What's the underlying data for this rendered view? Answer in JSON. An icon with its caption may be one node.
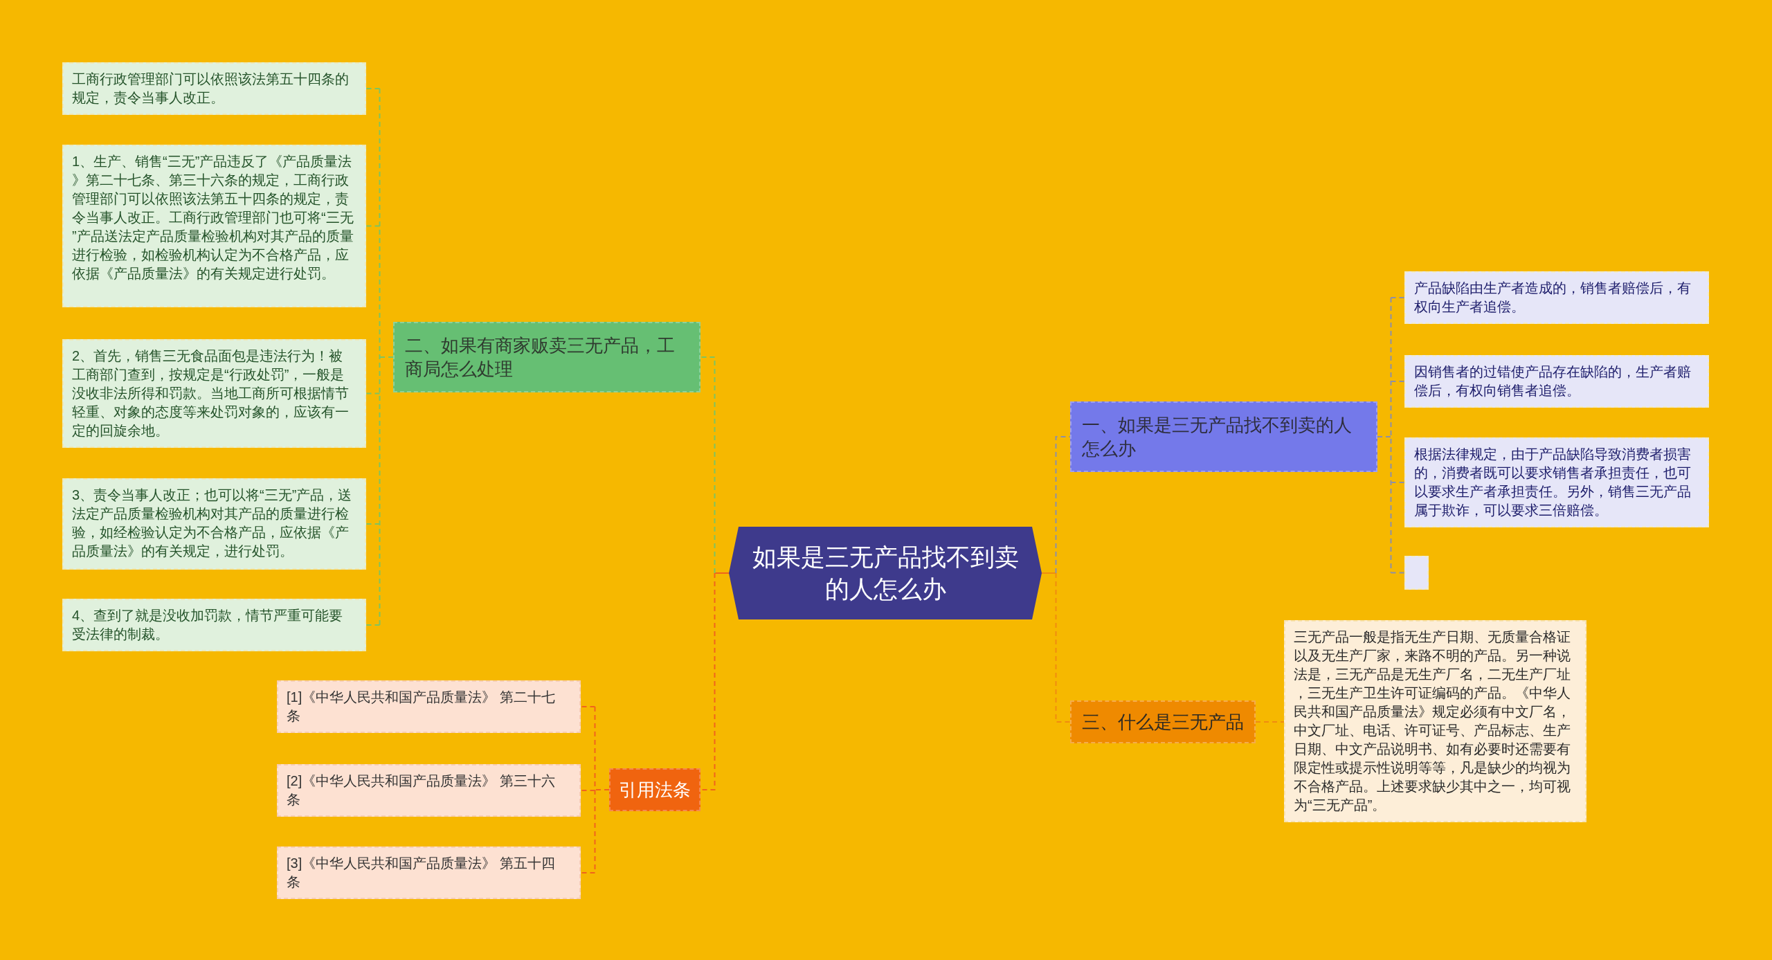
{
  "diagram": {
    "nodes": [
      {
        "text": [
          "如果是三无产品找不到卖的人怎么办"
        ]
      },
      {
        "text": [
          "一、如果是三无产品找不到卖的人怎么办"
        ]
      },
      {
        "text": [
          "产品缺陷由生产者造成的，销售者赔偿后，有权向生产者追偿。"
        ]
      },
      {
        "text": [
          "因销售者的过错使产品存在缺陷的，生产者赔偿后，有权向销售者追偿。"
        ]
      },
      {
        "text": [
          "根据法律规定，由于产品缺陷导致消费者损害的，消费者既可以要求销售者承担责任，也可以要求生产者承担责任。另外，销售三无产品属于欺诈，可以要求三倍赔偿。"
        ]
      },
      {
        "text": [],
        "shape": "box"
      },
      {
        "text": [
          "二、如果有商家贩卖三无产品，工商局怎么处理"
        ]
      },
      {
        "text": [
          "工商行政管理部门可以依照该法第五十四条的规定，责令当事人改正。"
        ]
      },
      {
        "text": [
          "1、生产、销售“三无”产品违反了《产品质量法》第二十七条、第三十六条的规定，工商行政管理部门可以依照该法第五十四条的规定，责令当事人改正。工商行政管理部门也可将“三无”产品送法定产品质量检验机构对其产品的质量进行检验，如检验机构认定为不合格产品，应依据《产品质量法》的有关规定进行处罚。"
        ]
      },
      {
        "text": [
          "2、首先，销售三无食品面包是违法行为！被工商部门查到，按规定是“行政处罚”，一般是没收非法所得和罚款。当地工商所可根据情节轻重、对象的态度等来处罚对象的，应该有一定的回旋余地。"
        ]
      },
      {
        "text": [
          "3、责令当事人改正；也可以将“三无”产品，送法定产品质量检验机构对其产品的质量进行检验，如经检验认定为不合格产品，应依据《产品质量法》的有关规定，进行处罚。"
        ]
      },
      {
        "text": [
          "4、查到了就是没收加罚款，情节严重可能要受法律的制裁。"
        ]
      },
      {
        "text": [
          "三、什么是三无产品"
        ]
      },
      {
        "text": [
          "三无产品一般是指无生产日期、无质量合格证以及无生产厂家，来路不明的产品。另一种说法是，三无产品是无生产厂名，二无生产厂址，三无生产卫生许可证编码的产品。《中华人民共和国产品质量法》规定必须有中文厂名，中文厂址、电话、许可证号、产品标志、生产日期、中文产品说明书、如有必要时还需要有限定性或提示性说明等等，凡是缺少的均视为不合格产品。上述要求缺少其中之一，均可视为“三无产品”。"
        ]
      },
      {
        "text": [
          "引用法条"
        ]
      },
      {
        "text": [
          "[1]《中华人民共和国产品质量法》 第二十七条"
        ]
      },
      {
        "text": [
          "[2]《中华人民共和国产品质量法》 第三十六条"
        ]
      },
      {
        "text": [
          "[3]《中华人民共和国产品质量法》 第五十四条"
        ]
      }
    ],
    "edges": [
      {
        "from": 0,
        "to": 1,
        "arrow": "none",
        "style": "dashed",
        "color": "#8d8fa8"
      },
      {
        "from": 1,
        "to": 2,
        "arrow": "none",
        "style": "dashed",
        "color": "#8d8fa8"
      },
      {
        "from": 1,
        "to": 3,
        "arrow": "none",
        "style": "dashed",
        "color": "#8d8fa8"
      },
      {
        "from": 1,
        "to": 4,
        "arrow": "none",
        "style": "dashed",
        "color": "#8d8fa8"
      },
      {
        "from": 1,
        "to": 5,
        "arrow": "none",
        "style": "dashed",
        "color": "#8d8fa8"
      },
      {
        "from": 0,
        "to": 6,
        "arrow": "none",
        "style": "dashed"
      },
      {
        "from": 6,
        "to": 7,
        "arrow": "none",
        "style": "dashed"
      },
      {
        "from": 6,
        "to": 8,
        "arrow": "none",
        "style": "dashed"
      },
      {
        "from": 6,
        "to": 9,
        "arrow": "none",
        "style": "dashed"
      },
      {
        "from": 6,
        "to": 10,
        "arrow": "none",
        "style": "dashed"
      },
      {
        "from": 6,
        "to": 11,
        "arrow": "none",
        "style": "dashed"
      },
      {
        "from": 0,
        "to": 12,
        "arrow": "none",
        "style": "dashed",
        "color": "#f08c10"
      },
      {
        "from": 12,
        "to": 13,
        "arrow": "none",
        "style": "dashed",
        "color": "#f08c10"
      },
      {
        "from": 0,
        "to": 14,
        "arrow": "none",
        "style": "dashed",
        "color": "#f0641c"
      },
      {
        "from": 14,
        "to": 15,
        "arrow": "none",
        "style": "dashed",
        "color": "#f0641c"
      },
      {
        "from": 14,
        "to": 16,
        "arrow": "none",
        "style": "dashed",
        "color": "#f0641c"
      },
      {
        "from": 14,
        "to": 17,
        "arrow": "none",
        "style": "dashed",
        "color": "#f0641c"
      }
    ]
  }
}
